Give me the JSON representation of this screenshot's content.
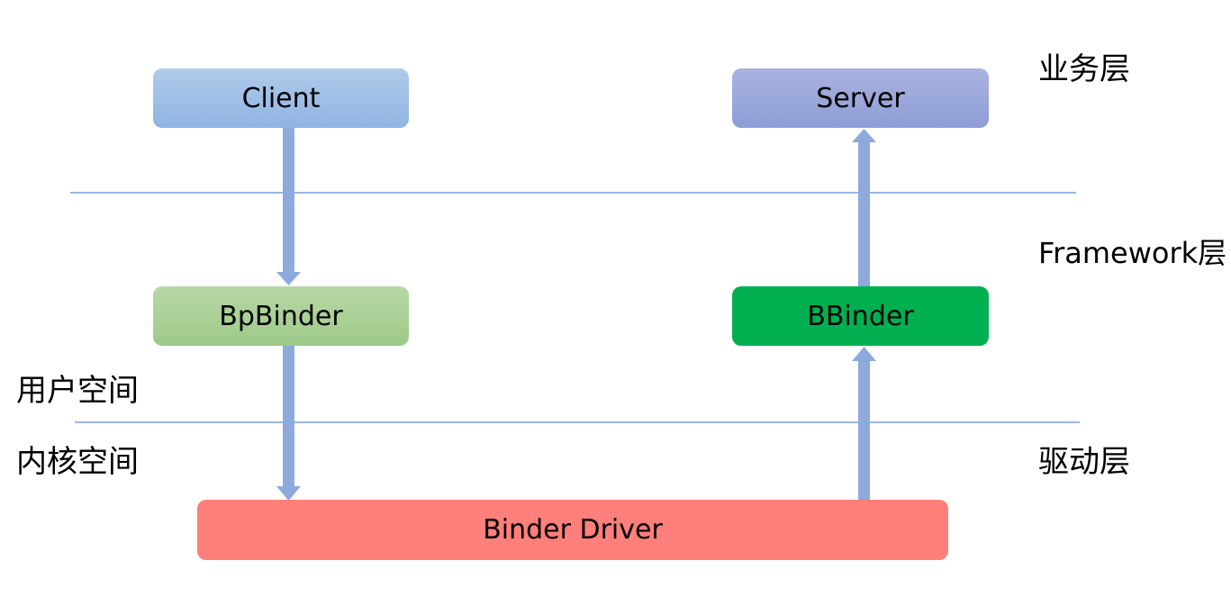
{
  "boxes": {
    "client": "Client",
    "server": "Server",
    "bpbinder": "BpBinder",
    "bbinder": "BBinder",
    "driver": "Binder Driver"
  },
  "layers": {
    "business": "业务层",
    "framework": "Framework层",
    "driver": "驱动层"
  },
  "spaces": {
    "user": "用户空间",
    "kernel": "内核空间"
  },
  "colors": {
    "arrow": "#8eaadc",
    "divider": "#5b8fd6",
    "client": "#9dbfe6",
    "server": "#97a6da",
    "bpbinder": "#a9d096",
    "bbinder": "#00b050",
    "driver": "#ff7f7a"
  }
}
